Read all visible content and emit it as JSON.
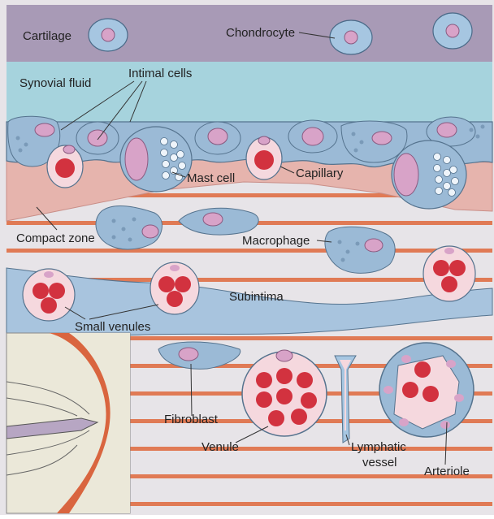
{
  "diagram": {
    "labels": {
      "cartilage": "Cartilage",
      "chondrocyte": "Chondrocyte",
      "synovial_fluid": "Synovial fluid",
      "intimal_cells": "Intimal cells",
      "mast_cell": "Mast cell",
      "capillary": "Capillary",
      "compact_zone": "Compact zone",
      "macrophage": "Macrophage",
      "subintima": "Subintima",
      "small_venules": "Small venules",
      "fibroblast": "Fibroblast",
      "venule": "Venule",
      "lymphatic_line1": "Lymphatic",
      "lymphatic_line2": "vessel",
      "arteriole": "Arteriole"
    },
    "colors": {
      "cartilage": "#a89ab6",
      "synovial_fluid": "#a6d3dd",
      "intimal_layer": "#9bbad6",
      "compact_zone": "#e6b4ad",
      "background": "#e7e4e8",
      "fiber_stripe": "#e07a55",
      "cell_blue": "#9ec1dd",
      "nucleus_pink": "#d8a3c8",
      "rbc_red": "#d2323f",
      "vessel_pink": "#f5d8de",
      "joint_orange": "#d9653f",
      "inset_bg": "#ebe8d9"
    }
  }
}
